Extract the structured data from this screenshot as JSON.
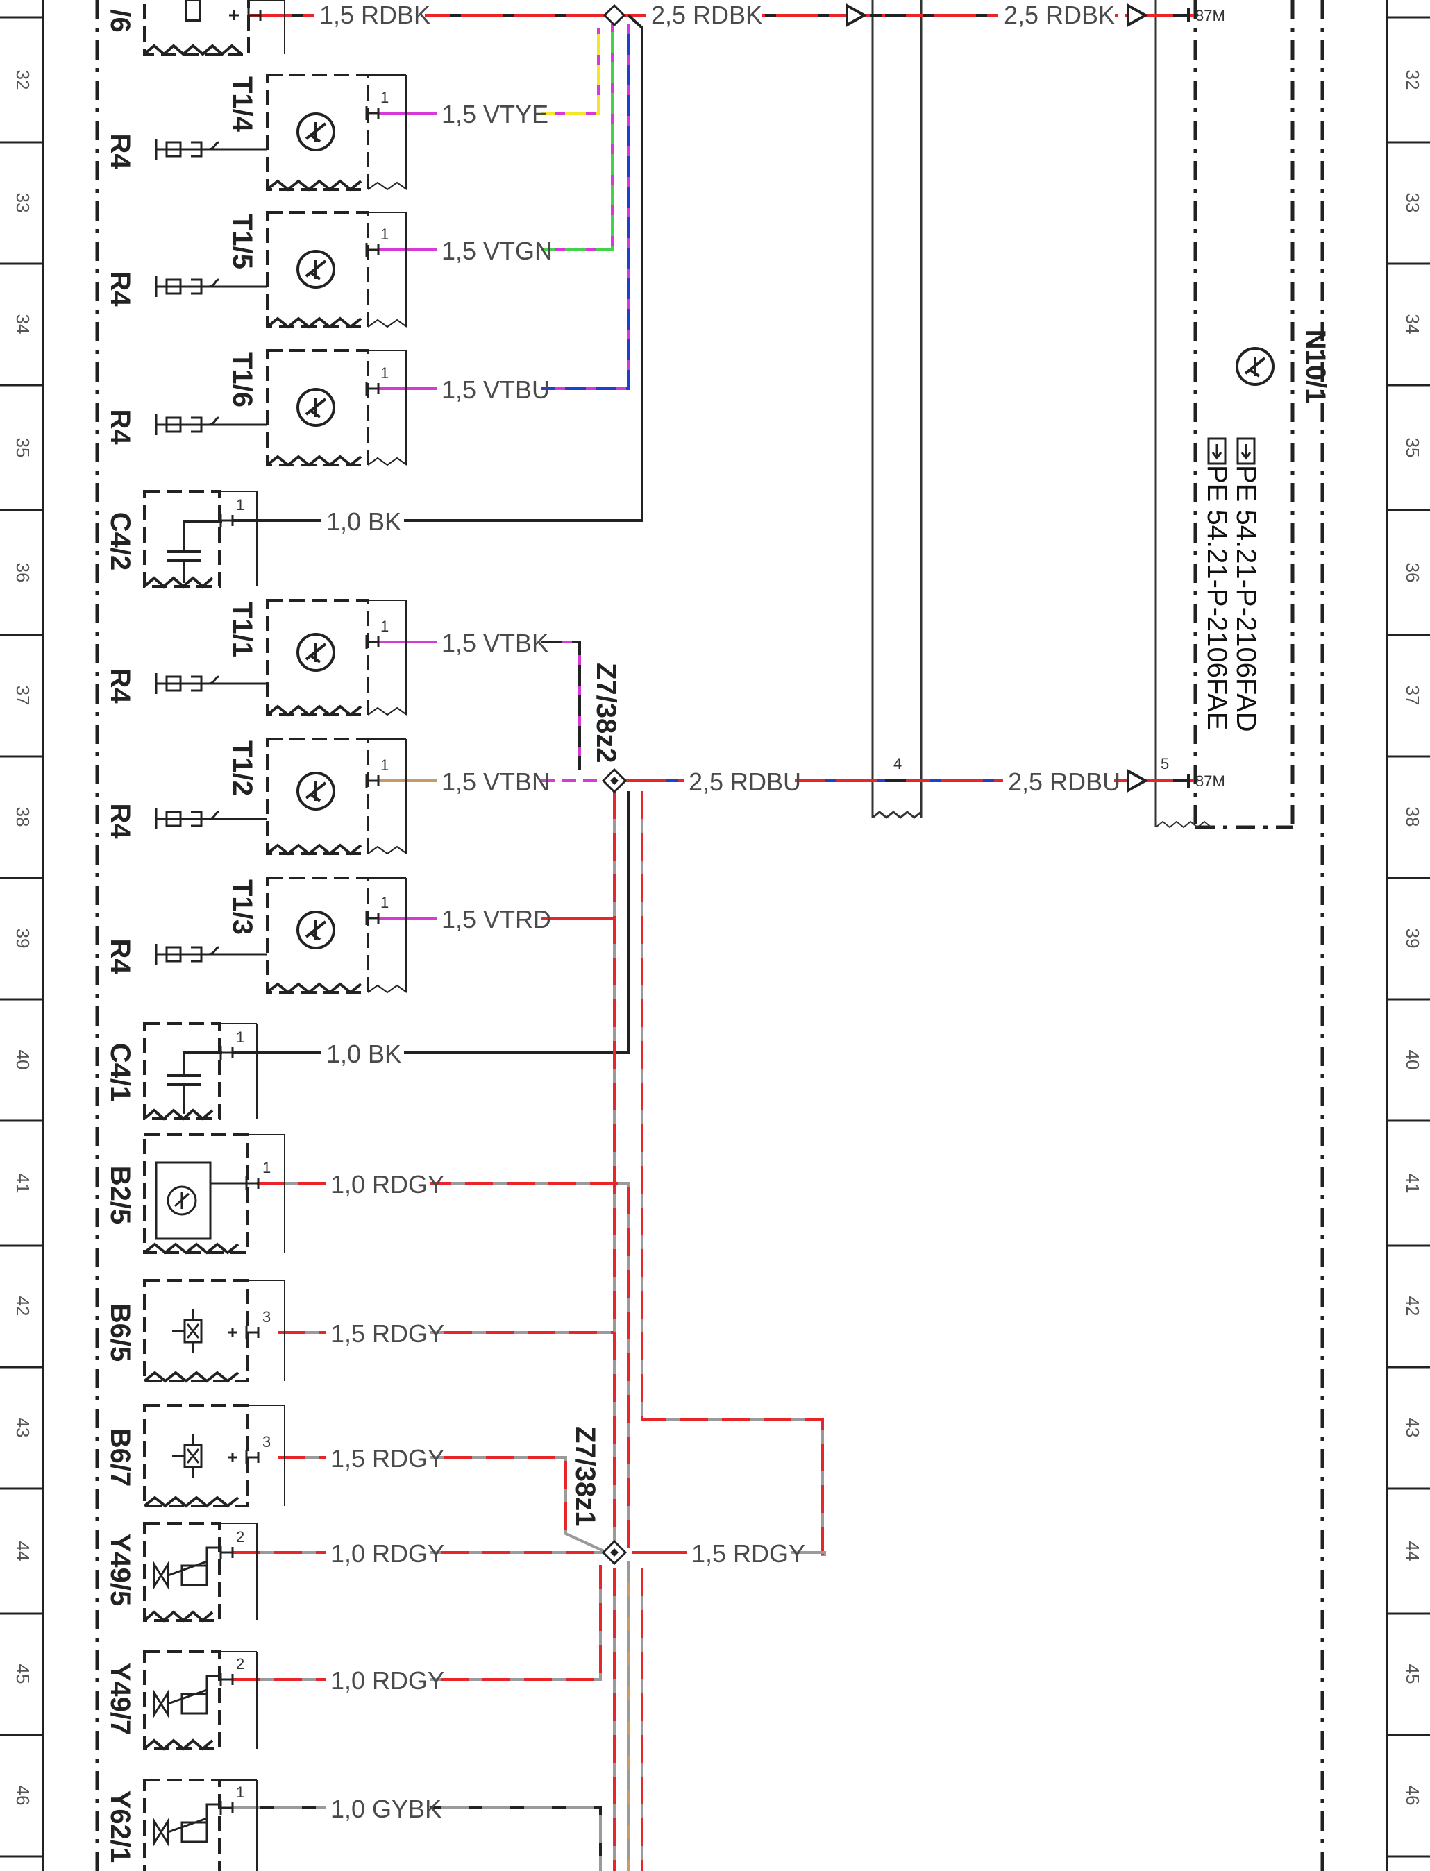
{
  "rows": [
    "32",
    "33",
    "34",
    "35",
    "36",
    "37",
    "38",
    "39",
    "40",
    "41",
    "42",
    "43",
    "44",
    "45",
    "46"
  ],
  "wires": {
    "w_top": "1,5 RDBK",
    "w_top_bus": "2,5 RDBK",
    "w_top_bus2": "2,5 RDBK",
    "w_t14": "1,5 VTYE",
    "w_t15": "1,5 VTGN",
    "w_t16": "1,5 VTBU",
    "w_c42": "1,0 BK",
    "w_t11": "1,5 VTBK",
    "w_t12": "1,5 VTBN",
    "w_bus_rdbu": "2,5 RDBU",
    "w_bus_rdbu2": "2,5 RDBU",
    "w_t13": "1,5 VTRD",
    "w_c41": "1,0 BK",
    "w_b25": "1,0 RDGY",
    "w_b65": "1,5 RDGY",
    "w_b67": "1,5 RDGY",
    "w_y495": "1,0 RDGY",
    "w_z1_out": "1,5 RDGY",
    "w_y497": "1,0 RDGY",
    "w_y621": "1,0 GYBK"
  },
  "components": {
    "top": "/6",
    "t14": "T1/4",
    "t15": "T1/5",
    "t16": "T1/6",
    "t11": "T1/1",
    "t12": "T1/2",
    "t13": "T1/3",
    "c42": "C4/2",
    "c41": "C4/1",
    "b25": "B2/5",
    "b65": "B6/5",
    "b67": "B6/7",
    "y495": "Y49/5",
    "y497": "Y49/7",
    "y621": "Y62/1",
    "r4": "R4",
    "n101": "N10/1",
    "z2": "Z7/38z2",
    "z1": "Z7/38z1"
  },
  "refs": {
    "pe1": "PE 54.21-P-2106FAD",
    "pe2": "PE 54.21-P-2106FAE",
    "pin87_top": "87M",
    "pin87_bot": "87M"
  },
  "pins": {
    "one": "1",
    "two": "2",
    "three": "3",
    "four": "4",
    "five": "5"
  },
  "colors": {
    "red": "#e8262a",
    "black": "#222222",
    "violet": "#d63ad6",
    "yellow": "#f2e52a",
    "green": "#45d14a",
    "blue": "#1f3fd1",
    "brown": "#c89a6a",
    "grey": "#9a9a9a"
  }
}
